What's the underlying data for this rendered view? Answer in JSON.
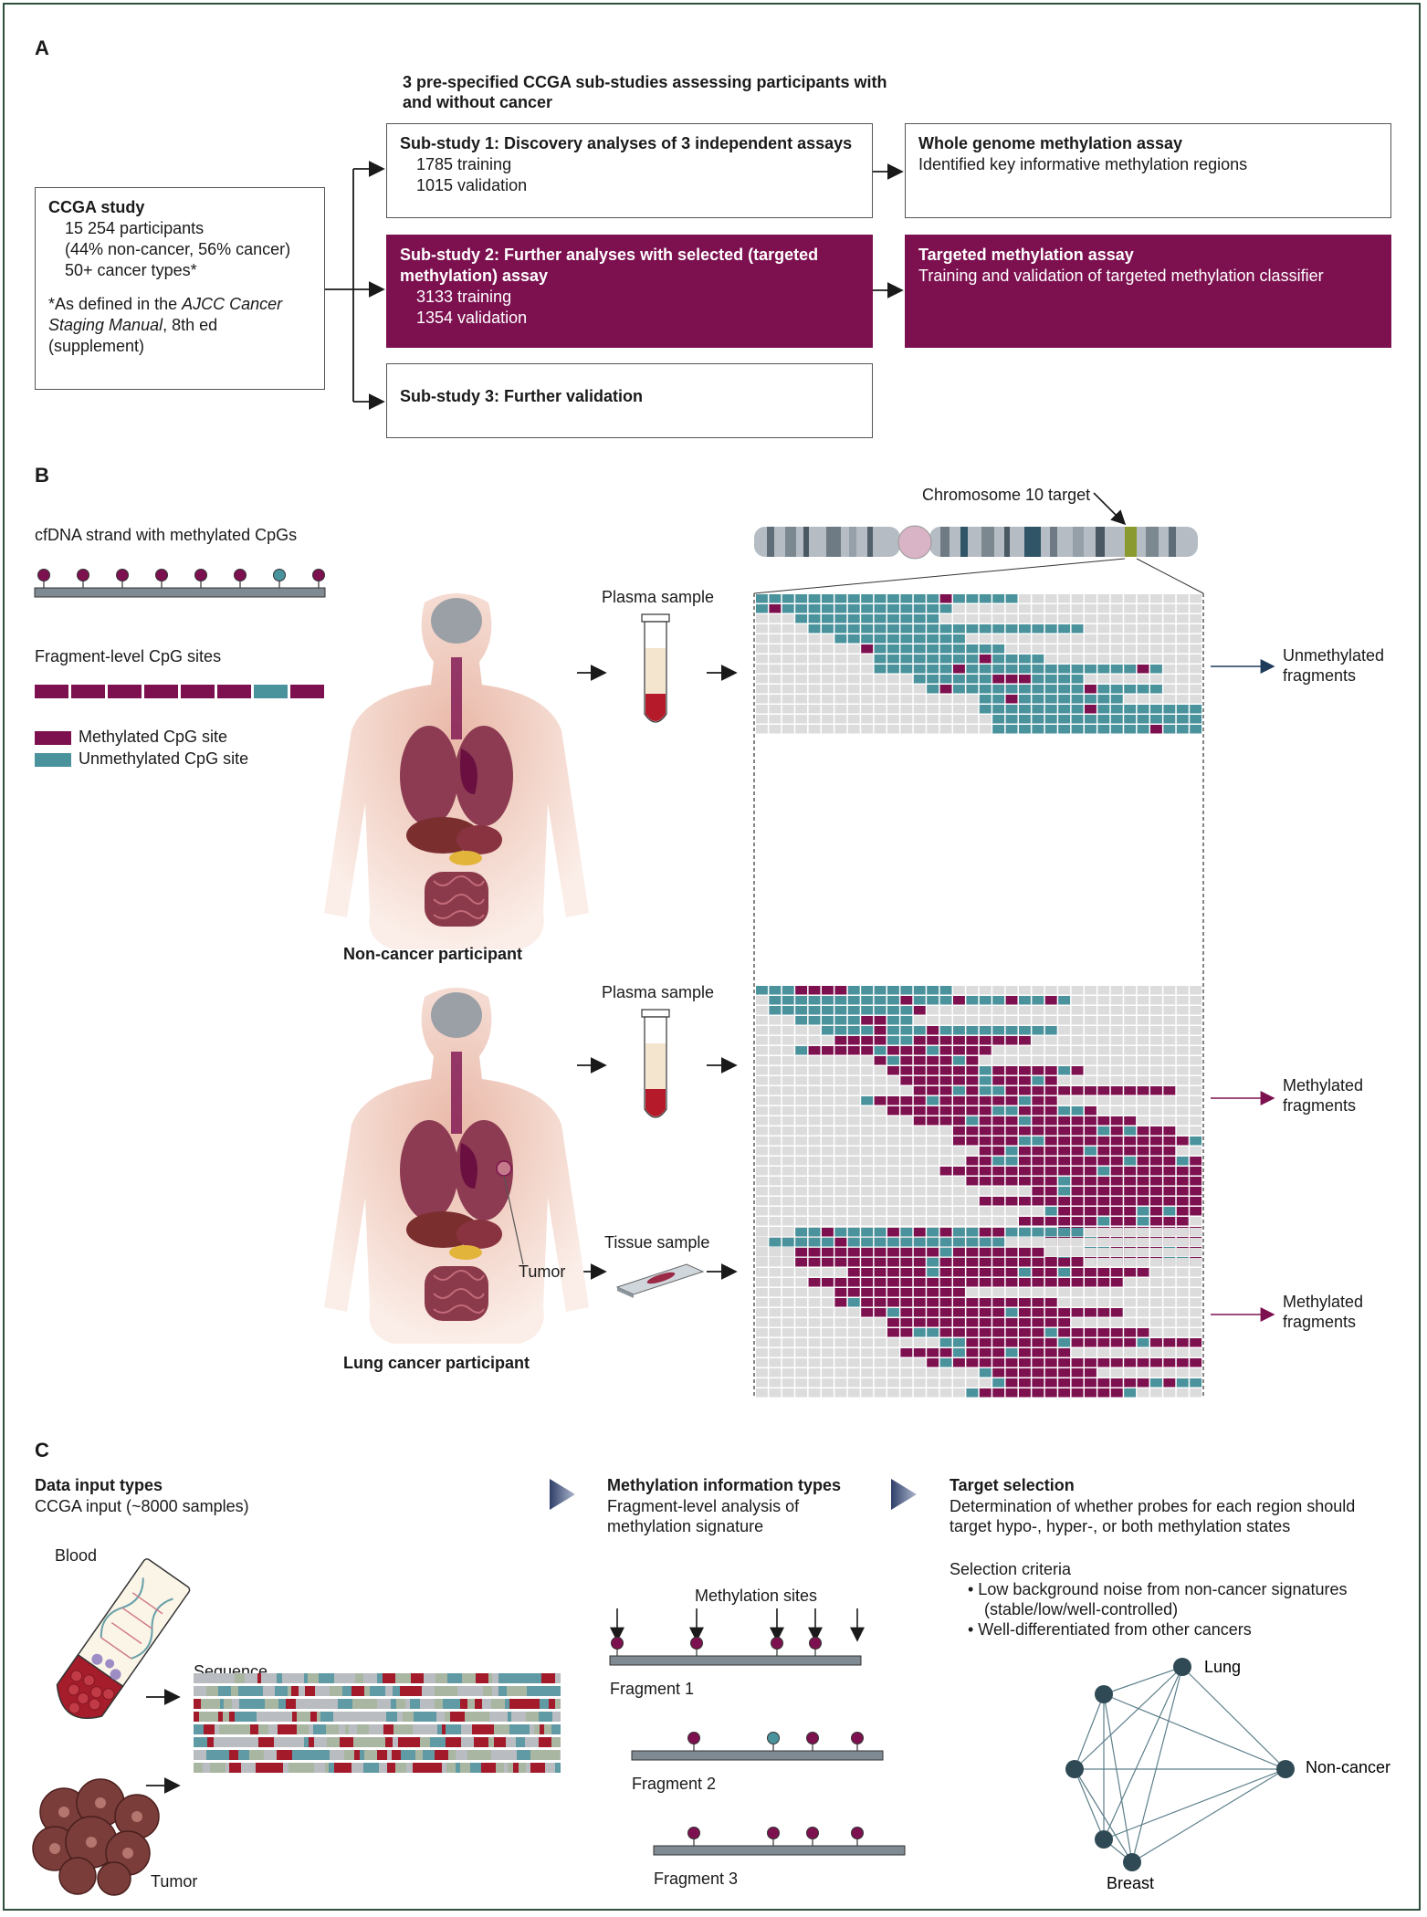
{
  "colors": {
    "methylated": "#7d1150",
    "unmethylated": "#4a929c",
    "empty": "#dcdcdc",
    "border": "#2f4f3f",
    "arrow_blue": "#1f3b5c",
    "arrow_purple": "#7d1150",
    "sequence_red": "#a31b2a",
    "sequence_teal": "#5f9aa5",
    "sequence_grey": "#b9bcc0",
    "sequence_green": "#a9b7a2",
    "network_node": "#2f4a55"
  },
  "panel_a": {
    "letter": "A",
    "header_line1": "3 pre-specified CCGA sub-studies assessing participants with",
    "header_line2": "and without cancer",
    "ccga": {
      "title": "CCGA study",
      "line1": "15 254 participants",
      "line2": "(44% non-cancer, 56% cancer)",
      "line3": "50+ cancer types*",
      "note1_a": "*As defined in the ",
      "note1_b": "AJCC Cancer",
      "note2_a": "Staging Manual",
      "note2_b": ", 8th ed",
      "note3": "(supplement)"
    },
    "sub1": {
      "title": "Sub-study 1: Discovery analyses of 3 independent assays",
      "line1": "1785 training",
      "line2": "1015 validation"
    },
    "sub2": {
      "title_line1": "Sub-study 2: Further analyses with selected (targeted",
      "title_line2": "methylation) assay",
      "line1": "3133 training",
      "line2": "1354 validation"
    },
    "sub3": {
      "title": "Sub-study 3: Further validation"
    },
    "wgm": {
      "title": "Whole genome methylation assay",
      "line1": "Identified key informative methylation regions"
    },
    "tma": {
      "title": "Targeted methylation assay",
      "line1": "Training and validation of targeted methylation classifier"
    }
  },
  "panel_b": {
    "letter": "B",
    "cfdna_label": "cfDNA strand with methylated CpGs",
    "fragment_label": "Fragment-level CpG sites",
    "legend_methylated": "Methylated CpG site",
    "legend_unmethylated": "Unmethylated CpG site",
    "chromosome_label": "Chromosome 10 target",
    "plasma_label_1": "Plasma sample",
    "plasma_label_2": "Plasma sample",
    "tissue_label": "Tissue sample",
    "tumor_label": "Tumor",
    "non_cancer_label": "Non-cancer participant",
    "lung_cancer_label": "Lung cancer participant",
    "unmethylated_fragments_1": "Unmethylated",
    "unmethylated_fragments_2": "fragments",
    "methylated_fragments_a1": "Methylated",
    "methylated_fragments_a2": "fragments",
    "methylated_fragments_b1": "Methylated",
    "methylated_fragments_b2": "fragments"
  },
  "panel_c": {
    "letter": "C",
    "data_input_title": "Data input types",
    "data_input_sub": "CCGA input (~8000 samples)",
    "blood_label": "Blood",
    "sequence_label": "Sequence",
    "tumor_label": "Tumor",
    "methylation_title": "Methylation information types",
    "methylation_sub1": "Fragment-level analysis of",
    "methylation_sub2": "methylation signature",
    "methylation_sites_label": "Methylation sites",
    "fragment1": "Fragment 1",
    "fragment2": "Fragment 2",
    "fragment3": "Fragment 3",
    "target_title": "Target selection",
    "target_sub1": "Determination of whether probes for each region should",
    "target_sub2": "target hypo-, hyper-, or both methylation states",
    "criteria_title": "Selection criteria",
    "criteria1_line1": "• Low background noise from non-cancer signatures",
    "criteria1_line2": "(stable/low/well-controlled)",
    "criteria2": "• Well-differentiated from other cancers",
    "node_lung": "Lung",
    "node_noncancer": "Non-cancer",
    "node_breast": "Breast"
  }
}
